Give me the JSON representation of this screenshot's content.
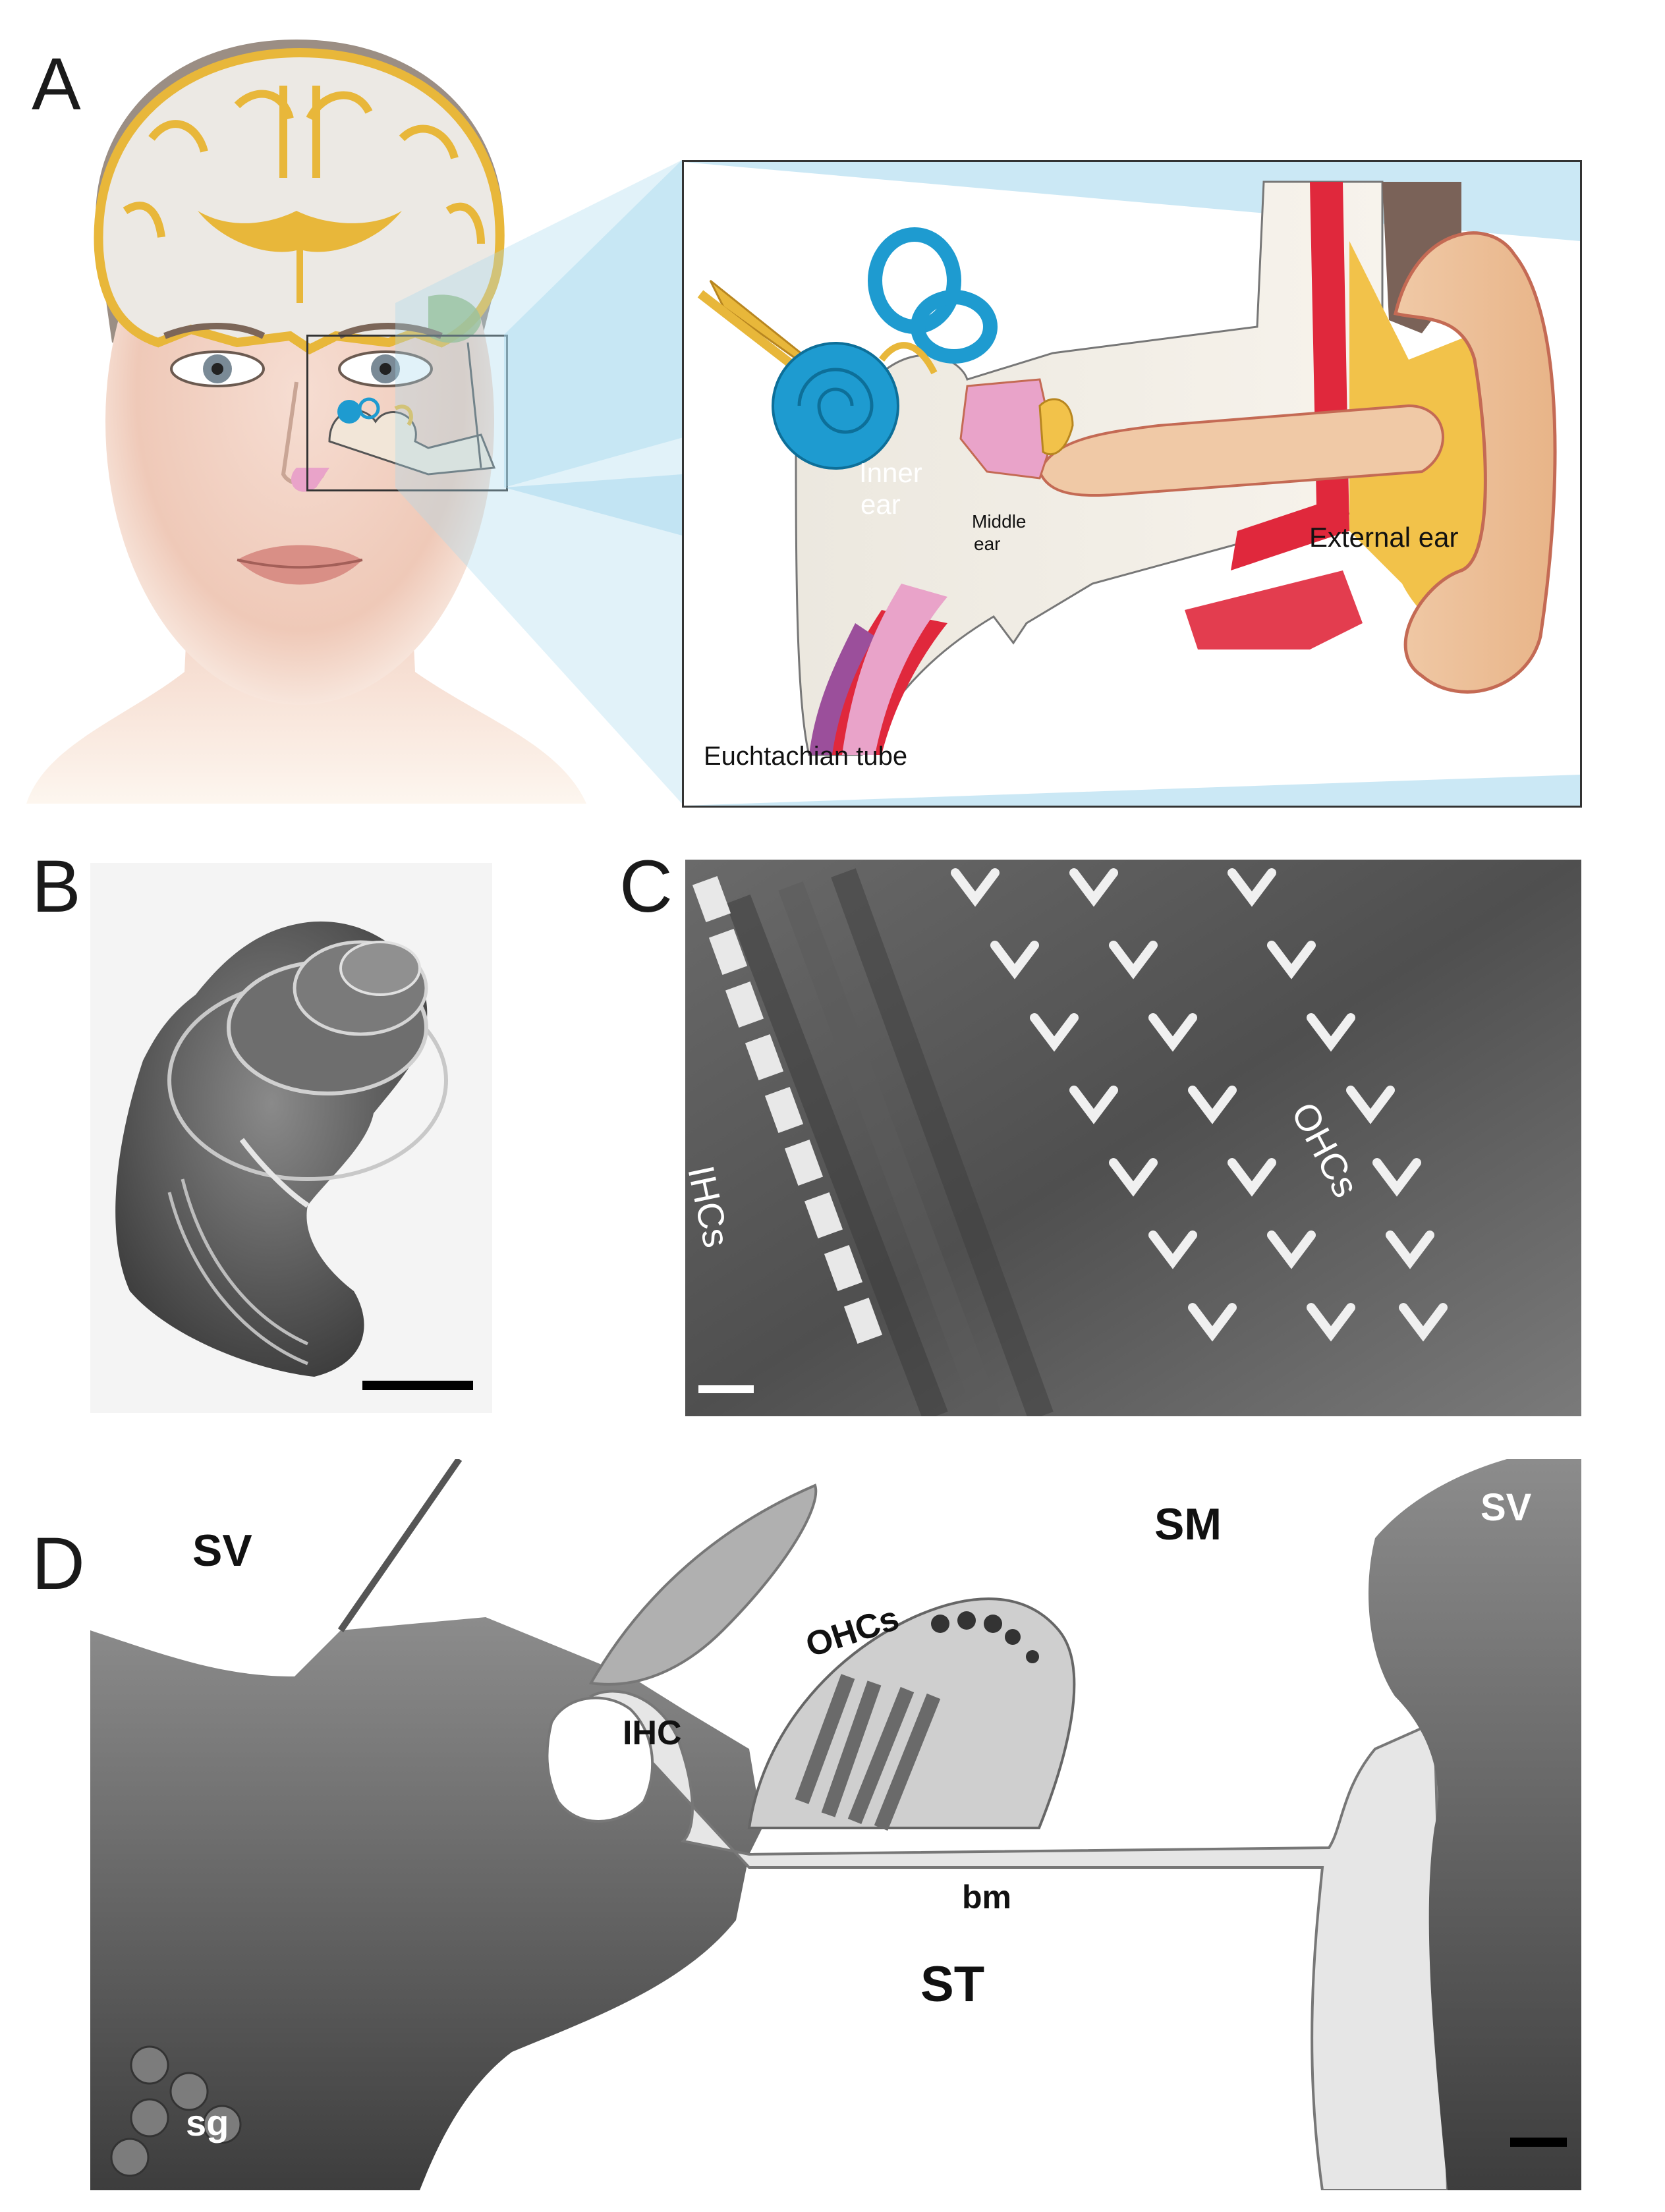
{
  "figure": {
    "panels": [
      {
        "letter": "A"
      },
      {
        "letter": "B"
      },
      {
        "letter": "C"
      },
      {
        "letter": "D"
      }
    ]
  },
  "panel_a": {
    "labels": {
      "inner": "Inner",
      "inner2": "ear",
      "middle": "Middle",
      "middle2": "ear",
      "external": "External ear",
      "tube": "Euchtachian tube"
    },
    "colors": {
      "brain": "#e8b73a",
      "inner_ear": "#1e9bd0",
      "middle_ear": "#e9a3c9",
      "canal": "#f0c9a6",
      "muscle": "#e0283c",
      "zoom": "#a9d9ee"
    }
  },
  "panel_c": {
    "labels": {
      "ihcs": "IHCs",
      "ohcs": "OHCs"
    }
  },
  "panel_d": {
    "labels": {
      "sv_left": "SV",
      "sm": "SM",
      "sv_right": "SV",
      "ihc": "IHC",
      "ohcs": "OHCs",
      "bm": "bm",
      "st": "ST",
      "sg": "sg"
    }
  }
}
